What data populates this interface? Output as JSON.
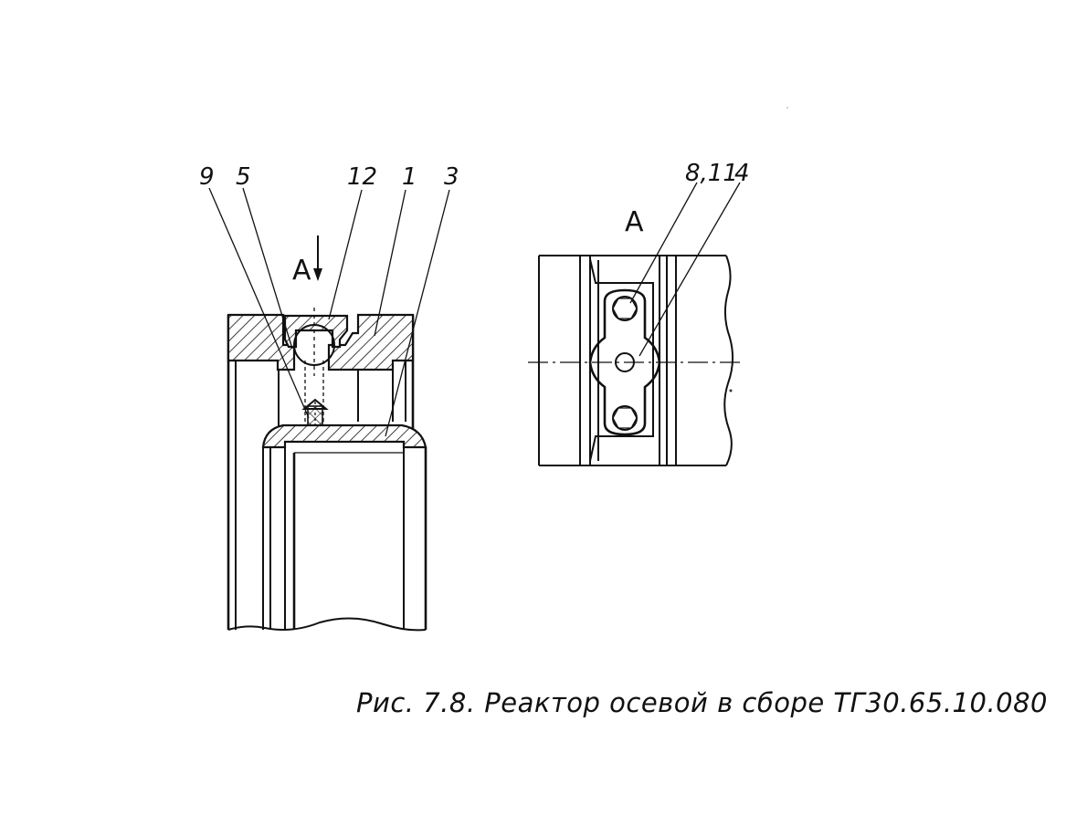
{
  "labels": {
    "part_9": "9",
    "part_5": "5",
    "part_12": "12",
    "part_1": "1",
    "part_3": "3",
    "part_8_11": "8,11",
    "part_4": "4",
    "view_marker": "A",
    "view_title": "A"
  },
  "caption": "Рис. 7.8. Реактор осевой в сборе ТГ30.65.10.080"
}
